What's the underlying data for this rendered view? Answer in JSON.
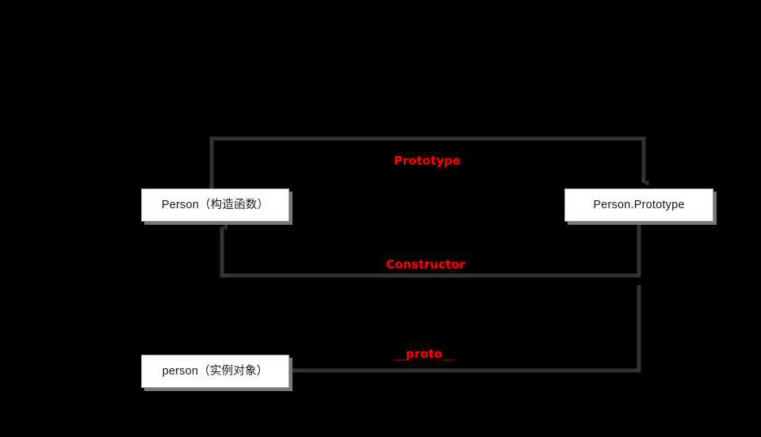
{
  "diagram": {
    "title": "JavaScript prototype chain relationship diagram",
    "background_color": "#000000",
    "line_color": "#333333",
    "label_color": "#ff0000",
    "node_fill_color": "#ffffff",
    "node_text_color": "#1b1b1b",
    "nodes": [
      {
        "id": "person-ctor",
        "label": "Person（构造函数）",
        "role": "constructor-function"
      },
      {
        "id": "person-prototype",
        "label": "Person.Prototype",
        "role": "prototype-object"
      },
      {
        "id": "person-instance",
        "label": "person（实例对象）",
        "role": "instance-object"
      }
    ],
    "edges": [
      {
        "id": "prototype",
        "label": "Prototype",
        "from": "person-ctor",
        "to": "person-prototype",
        "arrow": "to"
      },
      {
        "id": "constructor",
        "label": "Constructor",
        "from": "person-prototype",
        "to": "person-ctor",
        "arrow": "to"
      },
      {
        "id": "proto",
        "label": "__proto__",
        "label_prefix": "__",
        "label_core": "proto",
        "label_suffix": "__",
        "from": "person-instance",
        "to": "person-prototype",
        "arrow": "to"
      }
    ]
  }
}
